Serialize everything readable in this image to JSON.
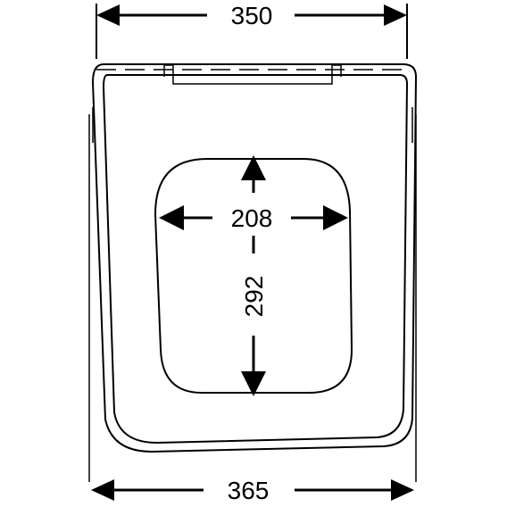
{
  "dimensions": {
    "top_width": "350",
    "bottom_width": "365",
    "opening_width": "208",
    "opening_height": "292"
  },
  "colors": {
    "line": "#000000",
    "background": "#ffffff"
  }
}
